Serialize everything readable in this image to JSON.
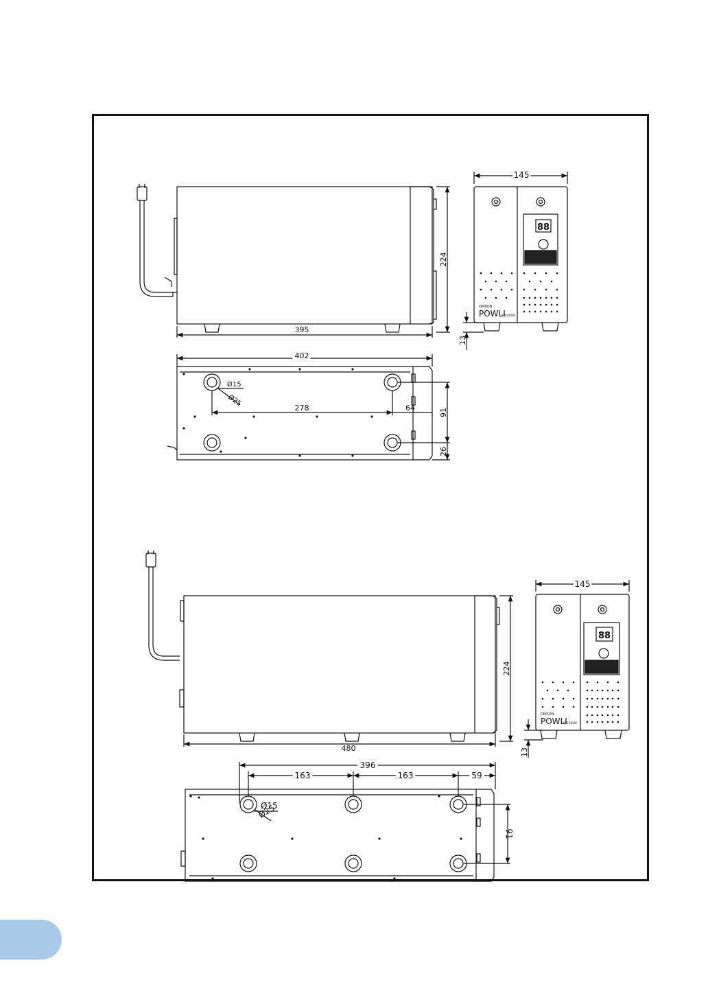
{
  "unit_a": {
    "side_view": {
      "length": "395",
      "height": "224",
      "foot": "13"
    },
    "front_view": {
      "width": "145",
      "brand": "OMRON",
      "model": "POWLI",
      "model_code": "BU100SW",
      "display": "88"
    },
    "bottom_view": {
      "overall": "402",
      "foot_pitch": "278",
      "rear_offset": "64",
      "depth": "91",
      "side_offset": "26",
      "hole_small": "Ø15",
      "hole_large": "Ø25"
    }
  },
  "unit_b": {
    "side_view": {
      "length": "480",
      "height": "224",
      "foot": "13"
    },
    "front_view": {
      "width": "145",
      "brand": "OMRON",
      "model": "POWLI",
      "model_code": "BU150SW",
      "display": "88"
    },
    "bottom_view": {
      "overall": "396",
      "pitch_1": "163",
      "pitch_2": "163",
      "rear_offset": "59",
      "depth": "91",
      "hole_small": "Ø15",
      "hole_large": "Ø25"
    }
  },
  "colors": {
    "line": "#111111",
    "page_tab": "#a9c9ea"
  }
}
